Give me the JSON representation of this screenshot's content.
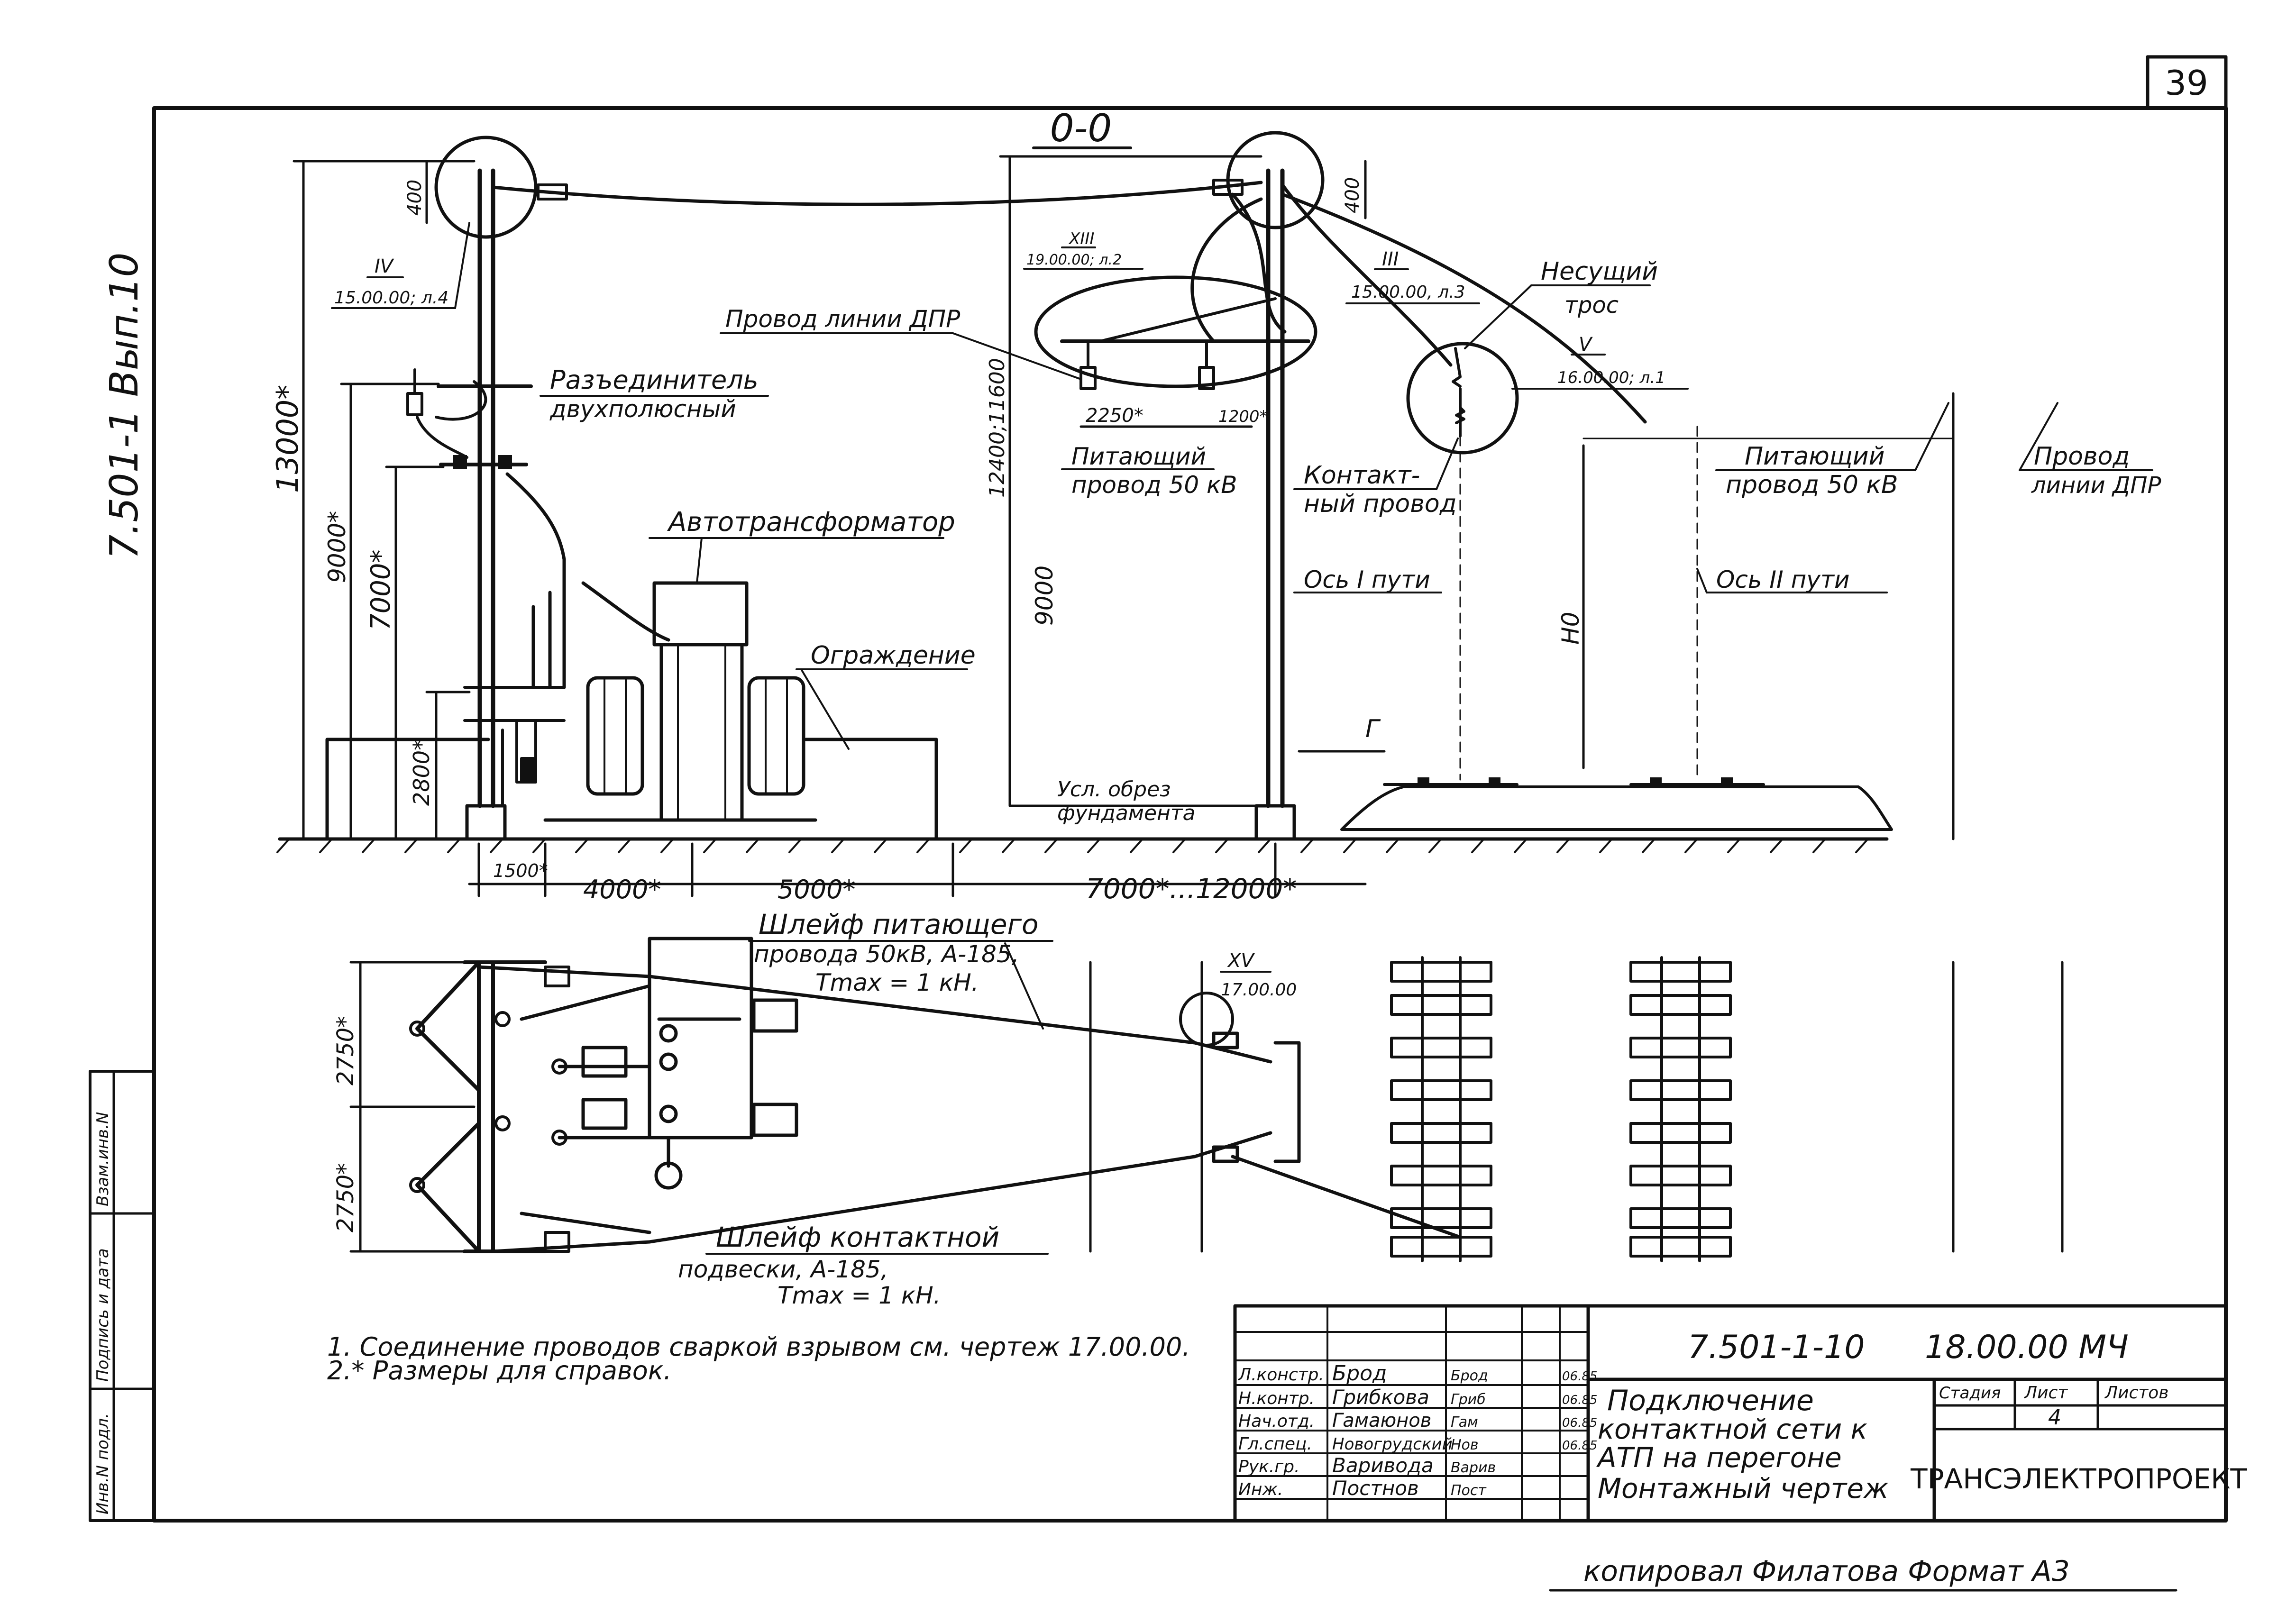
{
  "sheet": {
    "page_number": "39",
    "side_code": "7.501-1 Вып.10",
    "section_title": "0-0",
    "copy_line": "копировал Филатова Формат А3"
  },
  "side_stamp": [
    "Инв.N подл.",
    "Подпись и дата",
    "Взам.инв.N"
  ],
  "elevation": {
    "dims": {
      "h13000": "13000*",
      "h9000s": "9000*",
      "h7000": "7000*",
      "h2800": "2800*",
      "h400_left": "400",
      "h400_right": "400",
      "h12400": "12400;11600",
      "h9000": "9000",
      "h2250": "2250*",
      "h1200": "1200*",
      "b1500": "1500*",
      "b4000": "4000*",
      "b5000": "5000*",
      "b7000": "7000*...12000*",
      "h0": "H0",
      "g": "Г"
    },
    "nodes": {
      "IV": {
        "num": "IV",
        "ref": "15.00.00; л.4"
      },
      "XIII": {
        "num": "XIII",
        "ref": "19.00.00; л.2"
      },
      "III": {
        "num": "III",
        "ref": "15.00.00, л.3"
      },
      "V": {
        "num": "V",
        "ref": "16.00.00; л.1"
      }
    },
    "labels": {
      "disconnector_1": "Разъединитель",
      "disconnector_2": "двухполюсный",
      "autotransformer": "Автотрансформатор",
      "fence": "Ограждение",
      "dpr_wire": "Провод линии ДПР",
      "feeder_1": "Питающий",
      "feeder_2": "провод 50 кВ",
      "messenger_1": "Несущий",
      "messenger_2": "трос",
      "contact_1": "Контакт-",
      "contact_2": "ный провод",
      "axis1": "Ось I пути",
      "axis2": "Ось II пути",
      "foundation_1": "Усл. обрез",
      "foundation_2": "фундамента",
      "feeder_r1": "Питающий",
      "feeder_r2": "провод 50 кВ",
      "dpr_r1": "Провод",
      "dpr_r2": "линии ДПР"
    }
  },
  "plan": {
    "dim_top": "2750*",
    "dim_bottom": "2750*",
    "node_xv": {
      "num": "XV",
      "ref": "17.00.00"
    },
    "loop_feeder": [
      "Шлейф питающего",
      "провода 50кВ, А-185,",
      "Tmax = 1 кН."
    ],
    "loop_contact": [
      "Шлейф контактной",
      "подвески, А-185,",
      "Tmax = 1 кН."
    ]
  },
  "notes": [
    "1. Соединение проводов сваркой взрывом см. чертеж 17.00.00.",
    "2.* Размеры для справок."
  ],
  "title_block": {
    "designation": "7.501-1-10",
    "sheet_code": "18.00.00 МЧ",
    "title_lines": [
      "Подключение",
      "контактной сети к",
      "АТП на перегоне",
      "Монтажный чертеж"
    ],
    "stage_label": "Стадия",
    "sheet_label": "Лист",
    "sheets_label": "Листов",
    "sheet_value": "4",
    "company": "ТРАНСЭЛЕКТРОПРОЕКТ",
    "staff": [
      {
        "role": "Л.констр.",
        "name": "Брод",
        "sign": "Брод",
        "date": "06.85"
      },
      {
        "role": "Н.контр.",
        "name": "Грибкова",
        "sign": "Гриб",
        "date": "06.85"
      },
      {
        "role": "Нач.отд.",
        "name": "Гамаюнов",
        "sign": "Гам",
        "date": "06.85"
      },
      {
        "role": "Гл.спец.",
        "name": "Новогрудский",
        "sign": "Нов",
        "date": "06.85"
      },
      {
        "role": "Рук.гр.",
        "name": "Варивода",
        "sign": "Варив",
        "date": ""
      },
      {
        "role": "Инж.",
        "name": "Постнов",
        "sign": "Пост",
        "date": ""
      }
    ]
  }
}
